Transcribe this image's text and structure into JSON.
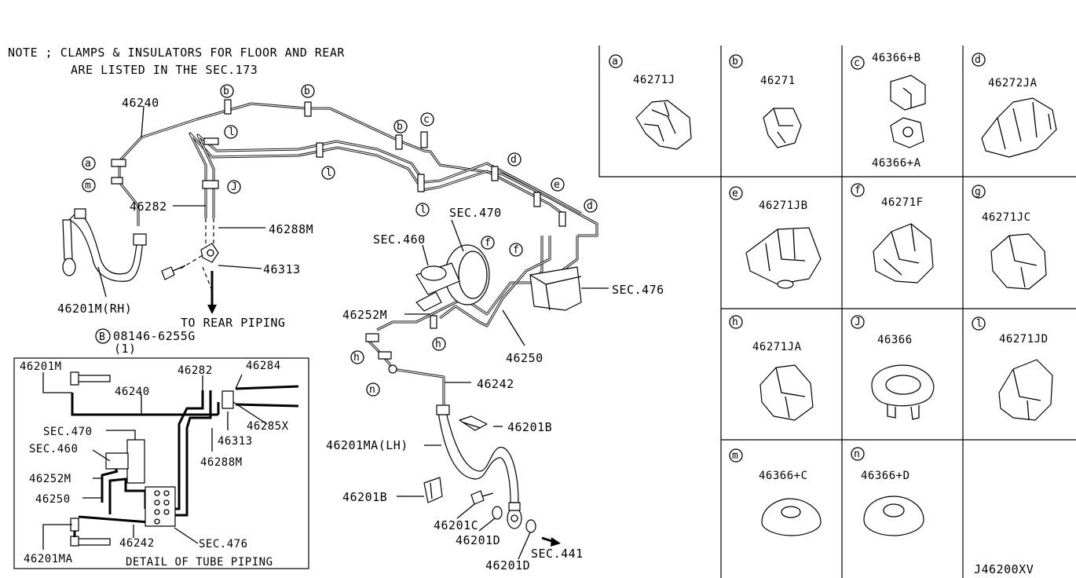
{
  "note": {
    "line1": "NOTE ; CLAMPS & INSULATORS FOR FLOOR AND REAR",
    "line2": "ARE LISTED IN THE SEC.173"
  },
  "main_labels": {
    "p46240": "46240",
    "p46282": "46282",
    "p46288m": "46288M",
    "p46313": "46313",
    "p46201m_rh": "46201M(RH)",
    "bolt": "08146-6255G",
    "bolt_circle": "B",
    "bolt_qty": "(1)",
    "to_rear": "TO REAR PIPING",
    "sec470": "SEC.470",
    "sec460": "SEC.460",
    "sec476": "SEC.476",
    "p46252m": "46252M",
    "p46250": "46250",
    "p46242": "46242",
    "p46201b_a": "46201B",
    "p46201ma_lh": "46201MA(LH)",
    "p46201b_b": "46201B",
    "p46201c": "46201C",
    "p46201d_a": "46201D",
    "p46201d_b": "46201D",
    "sec441": "SEC.441"
  },
  "callouts": {
    "a": "a",
    "b": "b",
    "c": "c",
    "d": "d",
    "e": "e",
    "f": "f",
    "h": "h",
    "j": "J",
    "l": "l",
    "m": "m",
    "n": "n"
  },
  "detail": {
    "title": "DETAIL OF TUBE PIPING",
    "p46201m": "46201M",
    "p46282": "46282",
    "p46284": "46284",
    "p46240": "46240",
    "p46313": "46313",
    "p46285x": "46285X",
    "sec470": "SEC.470",
    "sec460": "SEC.460",
    "p46288m": "46288M",
    "p46252m": "46252M",
    "p46250": "46250",
    "p46242": "46242",
    "sec476": "SEC.476",
    "p46201ma": "46201MA"
  },
  "parts_grid": [
    {
      "letter": "a",
      "number": "46271J"
    },
    {
      "letter": "b",
      "number": "46271"
    },
    {
      "letter": "c",
      "number": "46366+B",
      "number2": "46366+A"
    },
    {
      "letter": "d",
      "number": "46272JA"
    },
    {
      "letter": "e",
      "number": "46271JB"
    },
    {
      "letter": "f",
      "number": "46271F"
    },
    {
      "letter": "g",
      "number": "46271JC"
    },
    {
      "letter": "h",
      "number": "46271JA"
    },
    {
      "letter": "J",
      "number": "46366"
    },
    {
      "letter": "l",
      "number": "46271JD"
    },
    {
      "letter": "m",
      "number": "46366+C"
    },
    {
      "letter": "n",
      "number": "46366+D"
    }
  ],
  "diagram_code": "J46200XV"
}
